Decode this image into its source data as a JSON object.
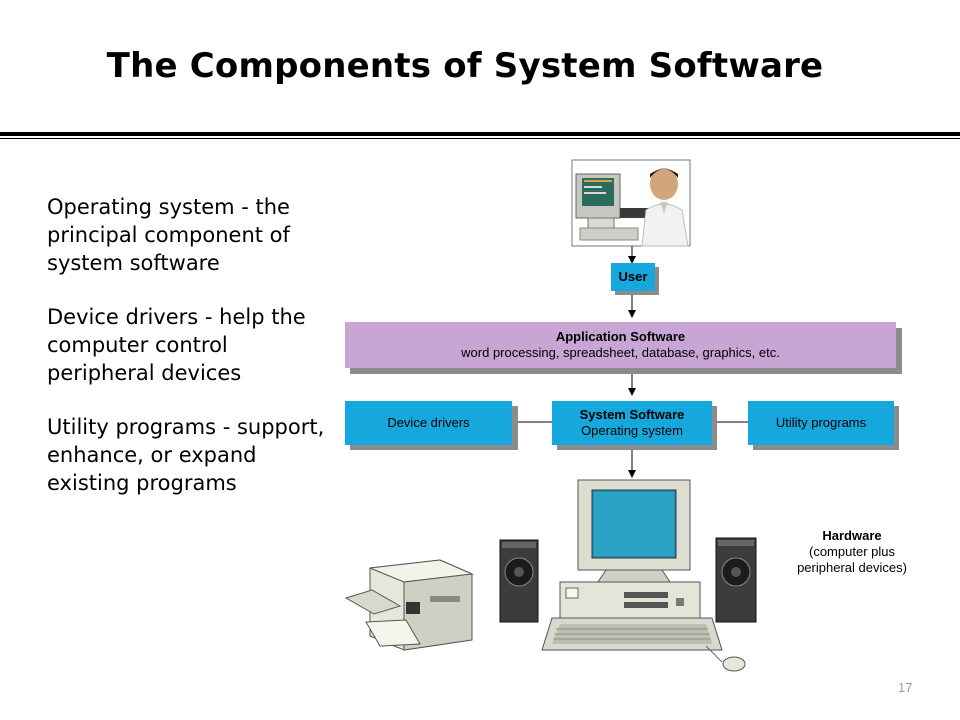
{
  "slide": {
    "title": "The Components of System Software",
    "page_number": "17"
  },
  "bullets": [
    "Operating system - the principal component of system software",
    "Device drivers - help the computer control peripheral devices",
    "Utility programs - support, enhance, or expand existing programs"
  ],
  "diagram": {
    "user": "User",
    "application_software": {
      "title": "Application Software",
      "subtitle": "word processing, spreadsheet, database, graphics, etc."
    },
    "device_drivers": "Device drivers",
    "system_software": {
      "title": "System Software",
      "subtitle": "Operating system"
    },
    "utility_programs": "Utility programs",
    "hardware": {
      "title": "Hardware",
      "subtitle_line1": "(computer plus",
      "subtitle_line2": "peripheral devices)"
    },
    "colors": {
      "cyan_box": "#16a8dd",
      "purple_box": "#c8a5d4",
      "shadow": "#8c8c8c"
    }
  }
}
